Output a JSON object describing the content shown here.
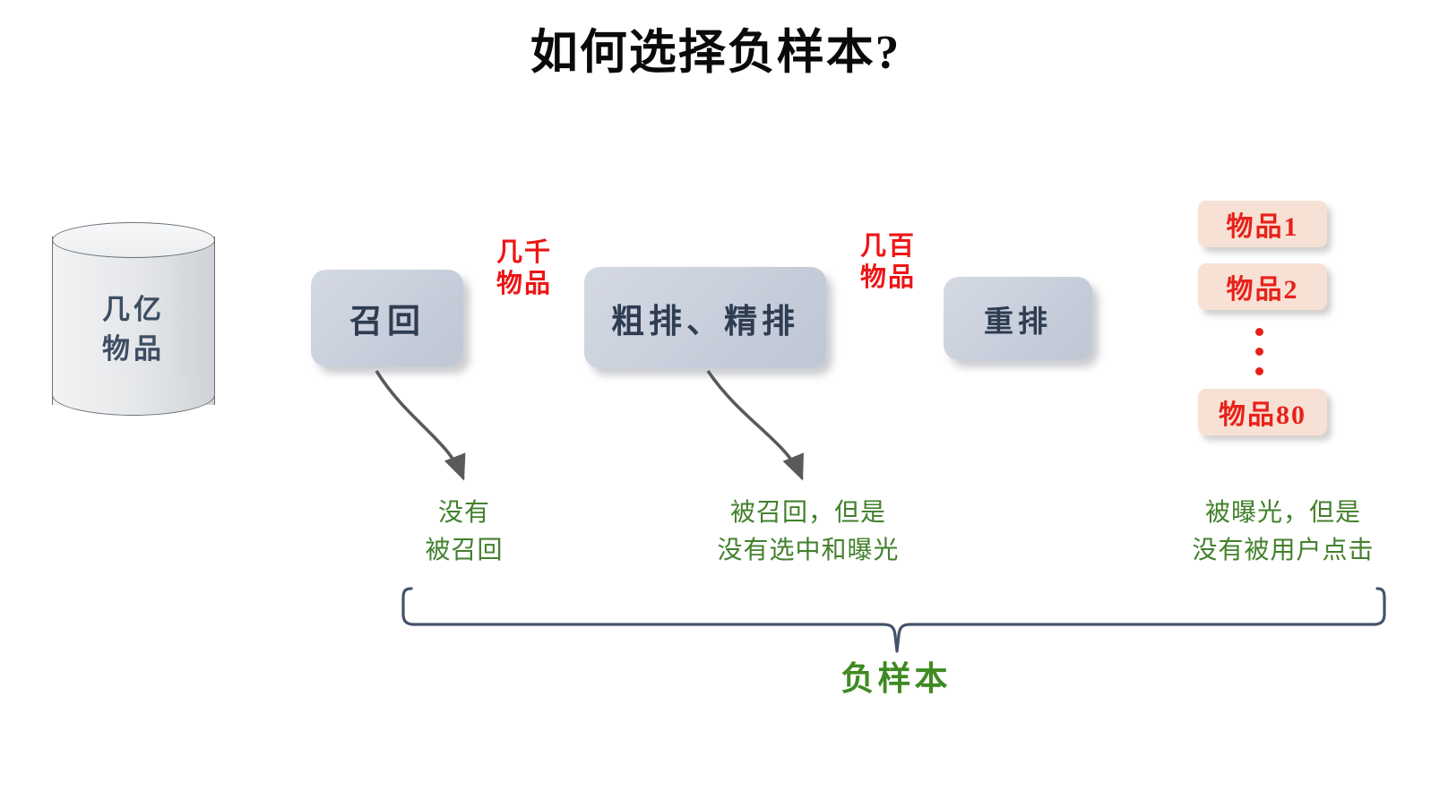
{
  "title": "如何选择负样本?",
  "source": {
    "name": "database-cylinder",
    "line1": "几亿",
    "line2": "物品"
  },
  "stages": [
    {
      "id": "recall",
      "label": "召回"
    },
    {
      "id": "rank",
      "label": "粗排、精排"
    },
    {
      "id": "rerank",
      "label": "重排"
    }
  ],
  "counts": [
    {
      "id": "count-1",
      "line1": "几千",
      "line2": "物品"
    },
    {
      "id": "count-2",
      "line1": "几百",
      "line2": "物品"
    }
  ],
  "results": {
    "items": [
      {
        "label": "物品1"
      },
      {
        "label": "物品2"
      },
      {
        "label": "物品80"
      }
    ],
    "ellipsis": "⋮"
  },
  "notes": [
    {
      "id": "note-1",
      "line1": "没有",
      "line2": "被召回"
    },
    {
      "id": "note-2",
      "line1": "被召回，但是",
      "line2": "没有选中和曝光"
    },
    {
      "id": "note-3",
      "line1": "被曝光，但是",
      "line2": "没有被用户点击"
    }
  ],
  "brace": {
    "label": "负样本"
  },
  "colors": {
    "title_text": "#0a0a0a",
    "box_fill": "#ccd2de",
    "box_text": "#2e3d51",
    "count_red": "#ee1515",
    "item_fill": "#f7e1d4",
    "item_text": "#e8211a",
    "note_green": "#43802c",
    "brace_blue": "#44536b",
    "arrow_gray": "#595959",
    "cylinder_fill": "#e6e8ea"
  }
}
